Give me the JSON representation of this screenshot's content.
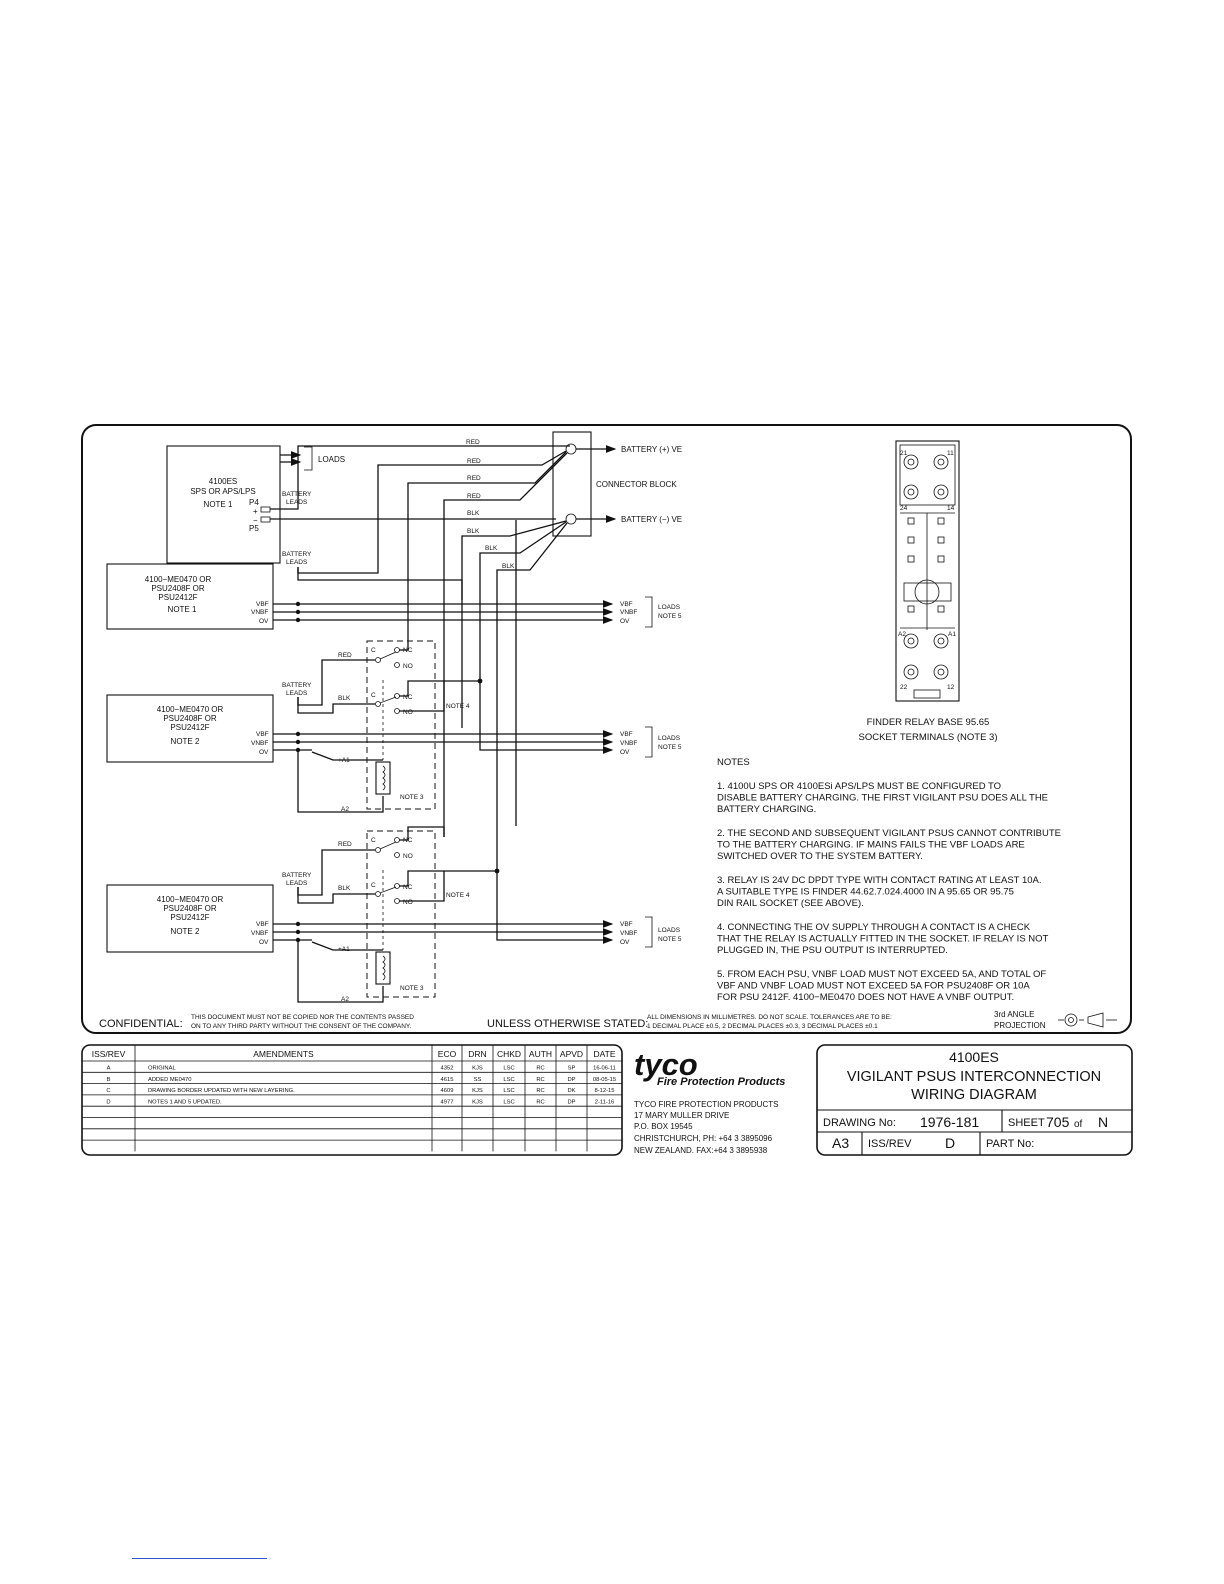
{
  "diagram": {
    "top_psu": {
      "lines": [
        "4100ES",
        "SPS OR APS/LPS",
        "NOTE 1"
      ],
      "p4": "P4",
      "p5": "P5",
      "plus": "+",
      "minus": "−",
      "loads": "LOADS",
      "battery_leads": [
        "BATTERY",
        "LEADS"
      ]
    },
    "psu1": {
      "lines": [
        "4100−ME0470 OR",
        "PSU2408F OR",
        "PSU2412F",
        "NOTE 1"
      ],
      "terminals": [
        "VBF",
        "VNBF",
        "OV"
      ]
    },
    "psu2": {
      "lines": [
        "4100−ME0470 OR",
        "PSU2408F OR",
        "PSU2412F",
        "NOTE 2"
      ],
      "terminals": [
        "VBF",
        "VNBF",
        "OV"
      ]
    },
    "psu3": {
      "lines": [
        "4100−ME0470 OR",
        "PSU2408F OR",
        "PSU2412F",
        "NOTE 2"
      ],
      "terminals": [
        "VBF",
        "VNBF",
        "OV"
      ]
    },
    "wire_labels": {
      "red": "RED",
      "blk": "BLK"
    },
    "connector_block": "CONNECTOR BLOCK",
    "battery_pos": "BATTERY (+) VE",
    "battery_neg": "BATTERY (−) VE",
    "loads_note": [
      "LOADS",
      "NOTE 5"
    ],
    "out_terminals": [
      "VBF",
      "VNBF",
      "OV"
    ],
    "relay": {
      "c": "C",
      "nc": "NC",
      "no": "NO",
      "a1": "+A1",
      "a2": "A2",
      "note3": "NOTE 3",
      "note4": "NOTE 4"
    },
    "finder_caption": [
      "FINDER RELAY BASE 95.65",
      "SOCKET TERMINALS (NOTE 3)"
    ],
    "finder_pins": {
      "p21": "21",
      "p11": "11",
      "p24": "24",
      "p14": "14",
      "pa2": "A2",
      "pa1": "A1",
      "p22": "22",
      "p12": "12"
    }
  },
  "notes": {
    "heading": "NOTES",
    "items": [
      [
        "1. 4100U SPS OR 4100ESi APS/LPS MUST BE CONFIGURED TO",
        "DISABLE BATTERY CHARGING. THE FIRST VIGILANT PSU DOES ALL THE",
        "BATTERY CHARGING."
      ],
      [
        "2. THE SECOND AND SUBSEQUENT VIGILANT PSUS CANNOT CONTRIBUTE",
        "TO THE BATTERY CHARGING. IF MAINS FAILS THE VBF LOADS ARE",
        "SWITCHED OVER TO THE SYSTEM BATTERY."
      ],
      [
        "3. RELAY IS 24V DC DPDT TYPE WITH CONTACT RATING AT LEAST 10A.",
        "A SUITABLE TYPE IS FINDER 44.62.7.024.4000 IN A 95.65 OR 95.75",
        "DIN RAIL SOCKET (SEE ABOVE)."
      ],
      [
        "4. CONNECTING THE OV SUPPLY THROUGH A CONTACT IS A CHECK",
        "THAT THE RELAY IS ACTUALLY FITTED IN THE SOCKET. IF RELAY IS NOT",
        "PLUGGED IN, THE PSU OUTPUT IS INTERRUPTED."
      ],
      [
        "5. FROM EACH PSU, VNBF LOAD MUST NOT EXCEED 5A, AND TOTAL OF",
        "VBF AND VNBF LOAD MUST NOT EXCEED 5A FOR PSU2408F OR 10A",
        "FOR PSU 2412F. 4100−ME0470 DOES NOT HAVE A VNBF OUTPUT."
      ]
    ]
  },
  "footer": {
    "confidential_label": "CONFIDENTIAL:",
    "confidential_text": [
      "THIS DOCUMENT MUST NOT BE COPIED NOR THE CONTENTS PASSED",
      "ON TO ANY THIRD PARTY WITHOUT THE CONSENT OF THE COMPANY."
    ],
    "unless_label": "UNLESS OTHERWISE STATED:",
    "unless_text": [
      "ALL DIMENSIONS IN MILLIMETRES. DO NOT SCALE. TOLERANCES ARE TO BE:",
      "1 DECIMAL PLACE ±0.5, 2 DECIMAL PLACES ±0.3, 3 DECIMAL PLACES ±0.1"
    ],
    "projection": [
      "3rd ANGLE",
      "PROJECTION"
    ]
  },
  "revisions": {
    "headers": [
      "ISS/REV",
      "AMENDMENTS",
      "ECO",
      "DRN",
      "CHKD",
      "AUTH",
      "APVD",
      "DATE"
    ],
    "rows": [
      [
        "A",
        "ORIGINAL",
        "4352",
        "KJS",
        "LSC",
        "RC",
        "SP",
        "16-06-11"
      ],
      [
        "B",
        "ADDED ME0470",
        "4615",
        "SS",
        "LSC",
        "RC",
        "DP",
        "08-05-15"
      ],
      [
        "C",
        "DRAWING BORDER UPDATED WITH NEW LAYERING.",
        "4609",
        "KJS",
        "LSC",
        "RC",
        "DK",
        "8-12-15"
      ],
      [
        "D",
        "NOTES 1 AND 5 UPDATED.",
        "4977",
        "KJS",
        "LSC",
        "RC",
        "DP",
        "2-11-16"
      ]
    ]
  },
  "company": {
    "logo": "tyco",
    "tagline": "Fire Protection Products",
    "address": [
      "TYCO FIRE PROTECTION PRODUCTS",
      "17 MARY MULLER DRIVE",
      "P.O. BOX 19545",
      "CHRISTCHURCH,  PH: +64 3 3895096",
      "NEW ZEALAND.    FAX:+64 3 3895938"
    ]
  },
  "title_block": {
    "title": [
      "4100ES",
      "VIGILANT PSUS INTERCONNECTION",
      "WIRING DIAGRAM"
    ],
    "drawing_no_label": "DRAWING No:",
    "drawing_no": "1976-181",
    "sheet_label": "SHEET",
    "sheet_no": "705",
    "sheet_of": "of",
    "sheet_total": "N",
    "size": "A3",
    "iss_rev_label": "ISS/REV",
    "iss_rev": "D",
    "part_no_label": "PART No:"
  }
}
